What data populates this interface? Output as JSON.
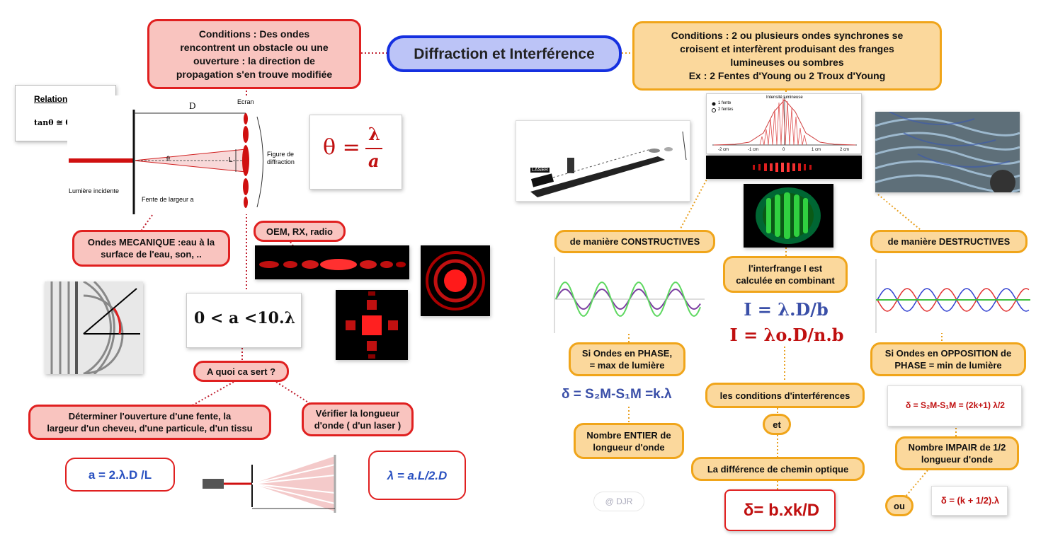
{
  "center": {
    "title": "Diffraction et Interférence"
  },
  "left": {
    "conditions": "Conditions : Des ondes\nrencontrent un obstacle ou une\nouverture : la direction de\npropagation s'en trouve modifiée",
    "trigo_title": "Relation Trigo :",
    "trigo_formula": "tanθ ≅ θ = L/2 / D",
    "diagram_D": "D",
    "diagram_ecran": "Ecran",
    "diagram_L": "L",
    "diagram_theta": "θ",
    "diagram_figure": "Figure de\ndiffraction",
    "diagram_lumiere": "Lumière incidente",
    "diagram_fente": "Fente de largeur a",
    "theta_formula_lhs": "θ =",
    "theta_formula_num": "λ",
    "theta_formula_den": "a",
    "mecanique": "Ondes MECANIQUE :eau à la\nsurface de l'eau, son, ..",
    "oem": "OEM, RX, radio",
    "range": "0 < a <10.λ",
    "aquoi": "A quoi ca sert ?",
    "determiner": "Déterminer l'ouverture d'une fente, la\nlargeur d'un cheveu, d'une particule, d'un tissu",
    "verifier": "Vérifier la longueur\nd'onde ( d'un laser )",
    "formula_a": "a = 2.λ.D /L",
    "formula_lambda": "λ = a.L/2.D"
  },
  "right": {
    "conditions": "Conditions : 2 ou plusieurs ondes synchrones se\ncroisent et interfèrent produisant des franges\nlumineuses ou sombres\nEx : 2 Fentes d'Young ou 2 Troux d'Young",
    "intensity_title": "Intensité lumineuse",
    "legend_1": "1 fente",
    "legend_2": "2 fentes",
    "axis_ticks": [
      "-2 cm",
      "-1 cm",
      "0",
      "1 cm",
      "2 cm"
    ],
    "laser_label": "LASER",
    "constructives": "de manière CONSTRUCTIVES",
    "destructives": "de manière  DESTRUCTIVES",
    "interfrange": "l'interfrange I est\ncalculée en combinant",
    "formula_I1": "I = λ.D/b",
    "formula_I2": "I = λo.D/n.b",
    "phase": "Si Ondes en PHASE,\n= max de lumière",
    "opposition": "Si Ondes en OPPOSITION de\nPHASE = min de lumière",
    "delta_constructive": "δ = S₂M-S₁M =k.λ",
    "delta_destructive": "δ = S₂M-S₁M = (2k+1) λ/2",
    "entier": "Nombre ENTIER de\nlongueur d'onde",
    "impair": "Nombre IMPAIR de 1/2\nlongueur d'onde",
    "conditions_interf": "les conditions d'interférences",
    "et": "et",
    "difference": "La différence de chemin optique",
    "delta_b": "δ= b.xk/D",
    "ou": "ou",
    "delta_alt": "δ = (k + 1/2).λ"
  },
  "watermark": "@ DJR",
  "colors": {
    "red_fill": "#f9c4bf",
    "red_border": "#e02020",
    "orange_fill": "#fbd89c",
    "orange_border": "#f0a51a",
    "blue_fill": "#bcc4f7",
    "blue_border": "#1530e0"
  }
}
